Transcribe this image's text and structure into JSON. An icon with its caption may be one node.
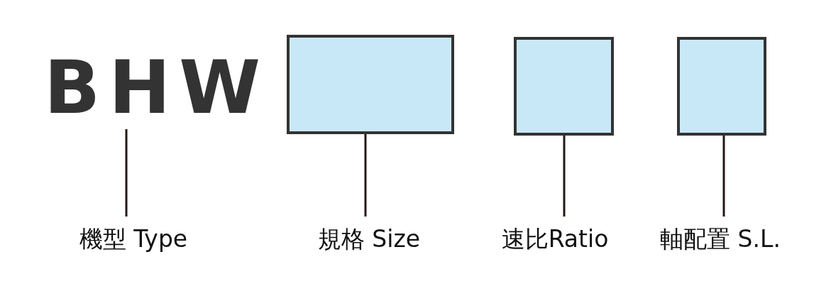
{
  "diagram": {
    "nodes": [
      {
        "text": [
          "BHW"
        ]
      },
      {
        "text": [],
        "shape": "box"
      },
      {
        "text": [],
        "shape": "box"
      },
      {
        "text": [],
        "shape": "box"
      },
      {
        "text": [
          "機型 Type"
        ]
      },
      {
        "text": [
          "規格 Size"
        ]
      },
      {
        "text": [
          "速比Ratio"
        ]
      },
      {
        "text": [
          "軸配置 S.L."
        ]
      }
    ],
    "edges": [
      {
        "from": 0,
        "to": 4,
        "arrow": "none"
      },
      {
        "from": 1,
        "to": 5,
        "arrow": "none"
      },
      {
        "from": 2,
        "to": 6,
        "arrow": "none"
      },
      {
        "from": 3,
        "to": 7,
        "arrow": "none"
      }
    ]
  }
}
